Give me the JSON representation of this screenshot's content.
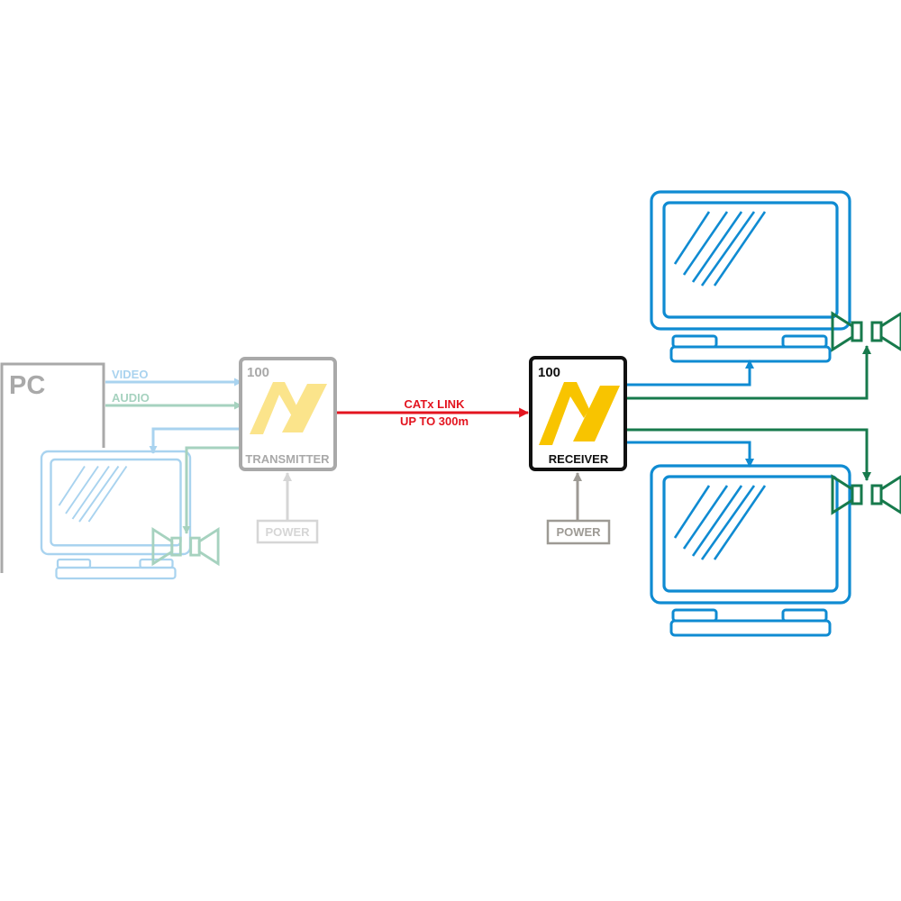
{
  "pc": {
    "label": "PC"
  },
  "signals": {
    "video": "VIDEO",
    "audio": "AUDIO"
  },
  "transmitter": {
    "number": "100",
    "label": "TRANSMITTER",
    "power_label": "POWER"
  },
  "receiver": {
    "number": "100",
    "label": "RECEIVER",
    "power_label": "POWER"
  },
  "link": {
    "line1": "CATx LINK",
    "line2": "UP TO 300m"
  },
  "colors": {
    "video": "#0f8bd2",
    "audio": "#177a4c",
    "link": "#e3141f",
    "logo": "#f8c400",
    "faded_video": "#a9d3ef",
    "faded_audio": "#a6d2bf",
    "faded_gray": "#a9a9a9",
    "power_gray": "#9d9a94"
  },
  "icons": [
    "pc-tower-icon",
    "monitor-icon",
    "speaker-icon",
    "av-logo-icon"
  ]
}
